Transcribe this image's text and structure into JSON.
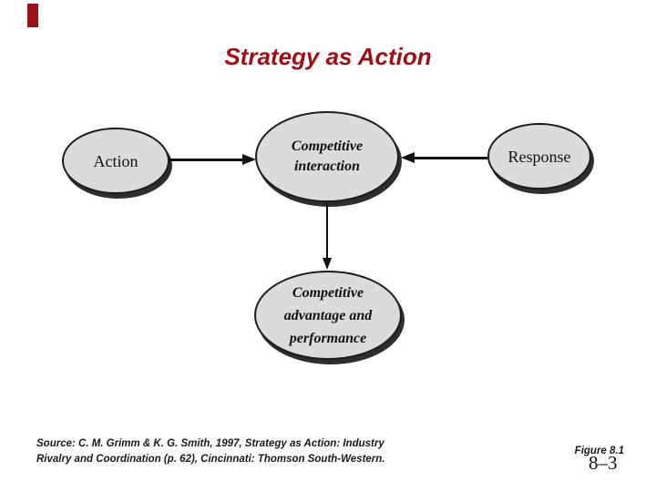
{
  "slide": {
    "title": "Strategy as Action",
    "title_color": "#a01117",
    "accent_bar_color": "#9b1118",
    "background_color": "#ffffff"
  },
  "diagram": {
    "node_fill_color": "#dbdbdb",
    "node_border_color": "#1c1c1c",
    "node_shadow_color": "#2e2e2e",
    "arrow_color": "#111111",
    "nodes": [
      {
        "id": "action",
        "lines": [
          "Action"
        ],
        "text_style": "plain-serif"
      },
      {
        "id": "competitive-interaction",
        "lines": [
          "Competitive",
          "interaction"
        ],
        "text_style": "bold-italic-serif"
      },
      {
        "id": "response",
        "lines": [
          "Response"
        ],
        "text_style": "plain-serif"
      },
      {
        "id": "competitive-advantage-performance",
        "lines": [
          "Competitive",
          "advantage and",
          "performance"
        ],
        "text_style": "bold-italic-serif"
      }
    ],
    "arrows": [
      {
        "from": "action",
        "to": "competitive-interaction",
        "direction": "right"
      },
      {
        "from": "response",
        "to": "competitive-interaction",
        "direction": "left"
      },
      {
        "from": "competitive-interaction",
        "to": "competitive-advantage-performance",
        "direction": "down"
      }
    ]
  },
  "footer": {
    "source_line1": "Source: C. M. Grimm & K. G. Smith, 1997, Strategy as Action: Industry",
    "source_line2": "Rivalry and Coordination (p. 62), Cincinnati: Thomson South-Western.",
    "figure_label": "Figure 8.1",
    "page_number": "8–3"
  }
}
